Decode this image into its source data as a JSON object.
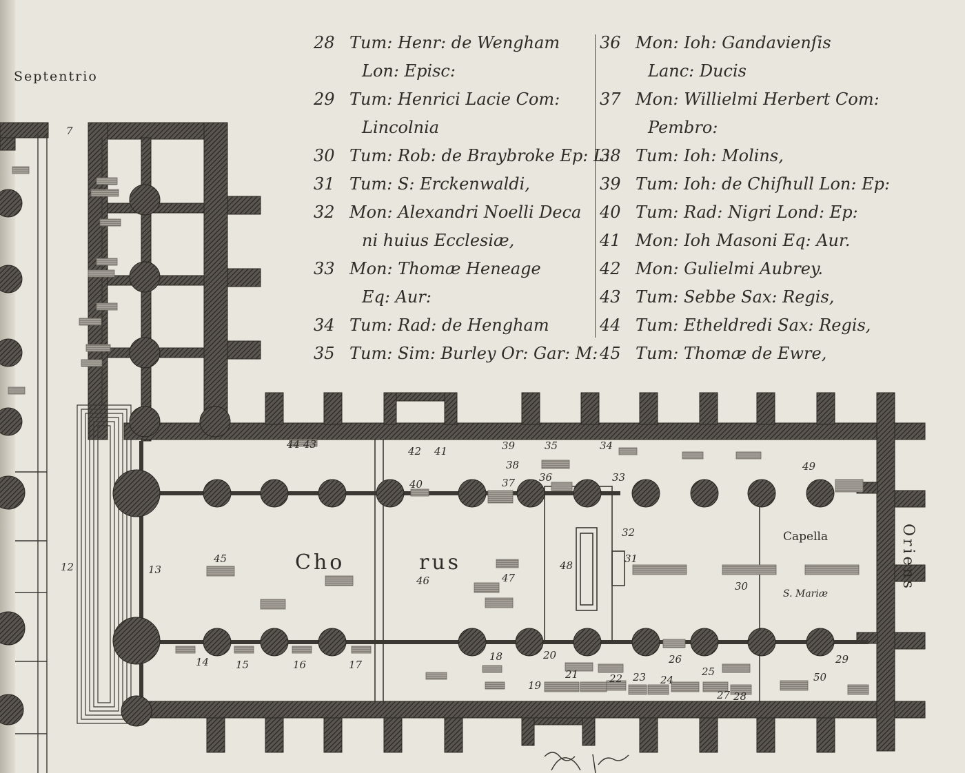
{
  "compass": {
    "north": "Septentrio",
    "east": "Oriens"
  },
  "legend_left": [
    {
      "num": "28",
      "text": "Tum: Henr: de Wengham",
      "cont": "Lon: Episc:"
    },
    {
      "num": "29",
      "text": "Tum: Henrici Lacie Com:",
      "cont": "Lincolnia"
    },
    {
      "num": "30",
      "text": "Tum: Rob: de Braybroke Ep: L:",
      "cont": ""
    },
    {
      "num": "31",
      "text": "Tum: S: Erckenwaldi,",
      "cont": ""
    },
    {
      "num": "32",
      "text": "Mon: Alexandri Noelli Deca",
      "cont": "ni huius Ecclesiæ,"
    },
    {
      "num": "33",
      "text": "Mon: Thomæ Heneage",
      "cont": "Eq: Aur:"
    },
    {
      "num": "34",
      "text": "Tum: Rad: de Hengham",
      "cont": ""
    },
    {
      "num": "35",
      "text": "Tum: Sim: Burley Or: Gar: M:",
      "cont": ""
    }
  ],
  "legend_right": [
    {
      "num": "36",
      "text": "Mon: Ioh: Gandavienſis",
      "cont": "Lanc: Ducis"
    },
    {
      "num": "37",
      "text": "Mon: Willielmi Herbert Com:",
      "cont": "Pembro:"
    },
    {
      "num": "38",
      "text": "Tum: Ioh: Molins,",
      "cont": ""
    },
    {
      "num": "39",
      "text": "Tum: Ioh: de Chiſhull Lon: Ep:",
      "cont": ""
    },
    {
      "num": "40",
      "text": "Tum: Rad: Nigri Lond: Ep:",
      "cont": ""
    },
    {
      "num": "41",
      "text": "Mon: Ioh Masoni Eq: Aur.",
      "cont": ""
    },
    {
      "num": "42",
      "text": "Mon: Gulielmi Aubrey.",
      "cont": ""
    },
    {
      "num": "43",
      "text": "Tum: Sebbe Sax: Regis,",
      "cont": ""
    },
    {
      "num": "44",
      "text": "Tum: Etheldredi Sax: Regis,",
      "cont": ""
    },
    {
      "num": "45",
      "text": "Tum: Thomæ de Ewre,",
      "cont": ""
    }
  ],
  "plan_labels": {
    "chorus_a": "Cho",
    "chorus_b": "rus",
    "capella": "Capella",
    "s_mariae": "S. Mariæ",
    "numbers": [
      "7",
      "12",
      "13",
      "14",
      "15",
      "16",
      "17",
      "18",
      "19",
      "20",
      "21",
      "22",
      "23",
      "24",
      "25",
      "26",
      "27",
      "28",
      "29",
      "30",
      "31",
      "32",
      "33",
      "34",
      "35",
      "36",
      "37",
      "38",
      "39",
      "40",
      "41",
      "42",
      "43",
      "44",
      "45",
      "46",
      "47",
      "48",
      "49",
      "50"
    ]
  },
  "colors": {
    "paper": "#e9e6dd",
    "ink": "#2a2724",
    "wall": "#3b3733",
    "tomb": "#8e8a83"
  }
}
